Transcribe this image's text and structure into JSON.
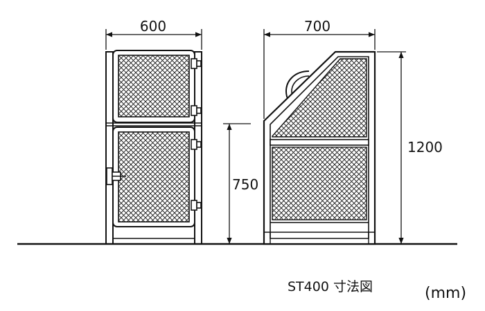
{
  "dimensions": {
    "front_width": "600",
    "side_depth": "700",
    "total_height": "1200",
    "front_height": "750"
  },
  "caption": {
    "title": "ST400 寸法図",
    "unit": "(mm)"
  },
  "colors": {
    "line": "#111111",
    "mesh_bg": "#ffffff"
  }
}
